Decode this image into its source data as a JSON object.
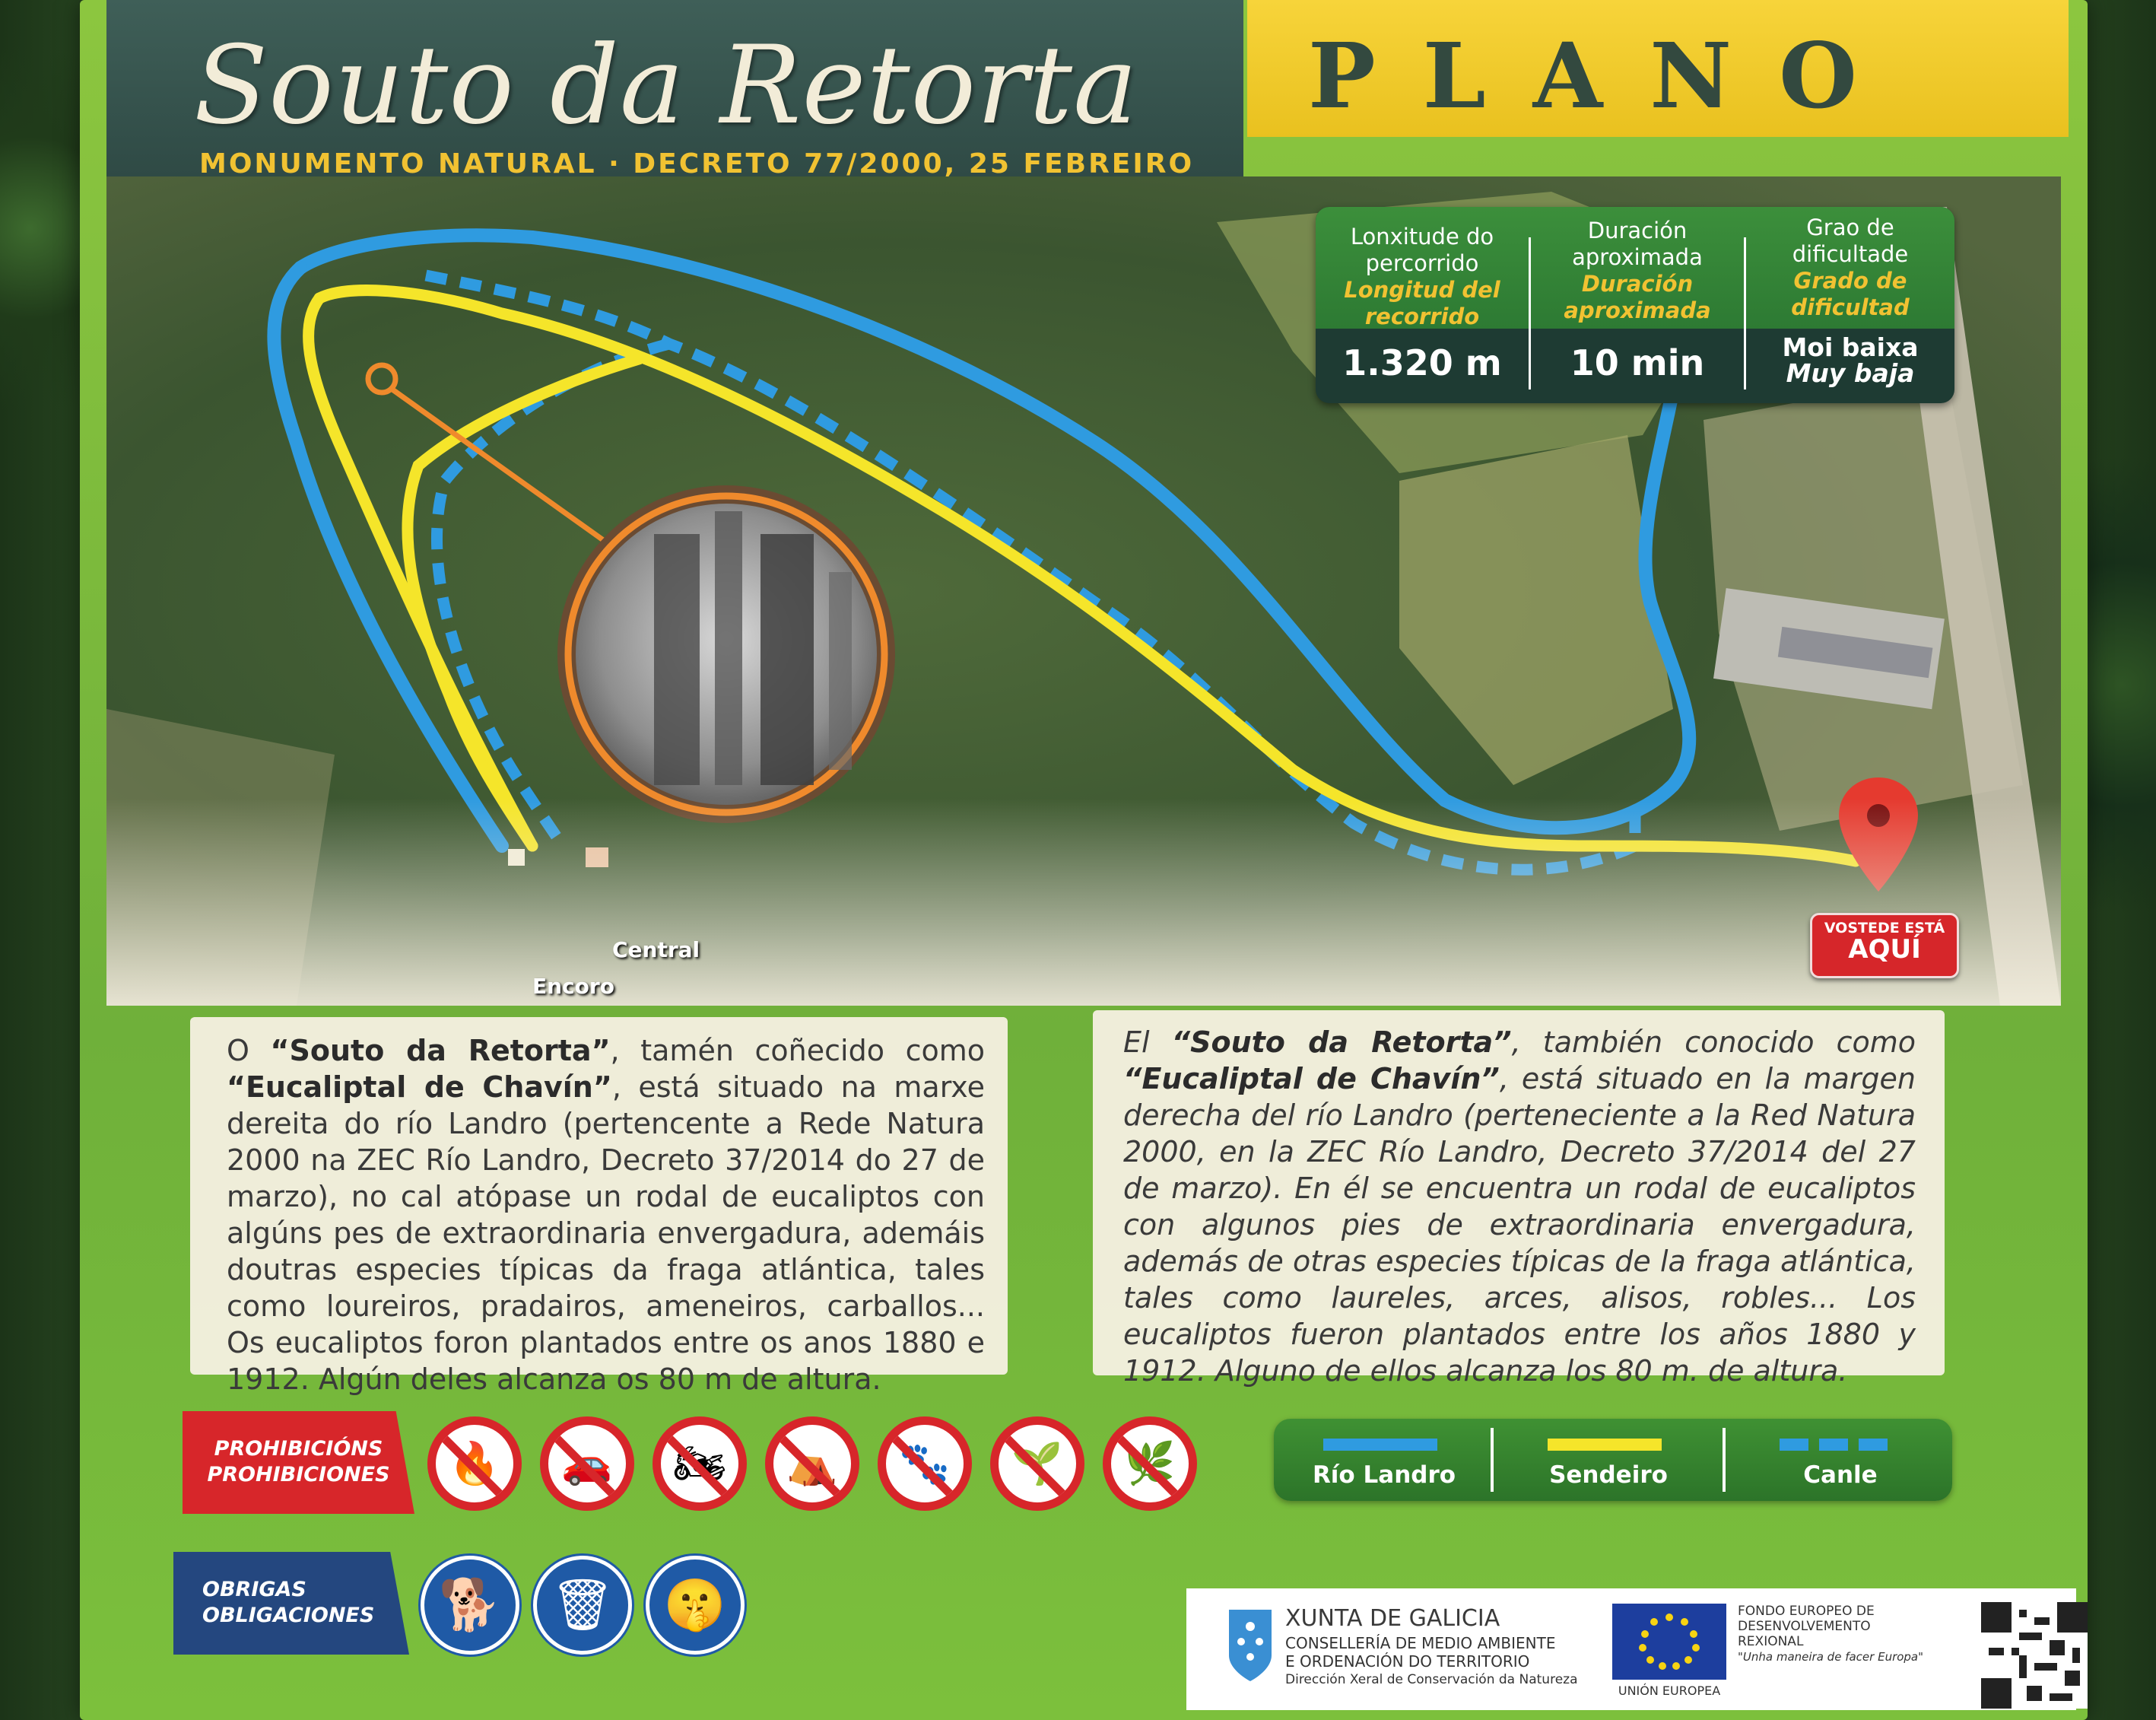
{
  "header": {
    "title": "Souto da Retorta",
    "subtitle": "MONUMENTO NATURAL · DECRETO 77/2000, 25 FEBREIRO",
    "plano": "PLANO"
  },
  "stats": [
    {
      "label_gl": "Lonxitude do percorrido",
      "label_es": "Longitud del recorrido",
      "value": "1.320 m"
    },
    {
      "label_gl": "Duración aproximada",
      "label_es": "Duración aproximada",
      "value": "10 min"
    },
    {
      "label_gl": "Grao de dificultade",
      "label_es": "Grado de dificultad",
      "value": "Moi baixa",
      "value_es": "Muy baja"
    }
  ],
  "map": {
    "label_central": "Central",
    "label_encoro": "Encoro",
    "you_are_here_small": "VOSTEDE ESTÁ",
    "you_are_here_big": "AQUÍ"
  },
  "text_gl": {
    "p1": "O ",
    "b1": "“Souto da Retorta”",
    "p2": ", tamén coñecido como ",
    "b2": "“Eucaliptal de Chavín”",
    "p3": ", está situado na marxe dereita do río Landro (pertencente a Rede Natura 2000 na ZEC Río Landro,  Decreto 37/2014 do 27 de marzo), no cal atópase un rodal de eucaliptos con algúns pes de extraordinaria envergadura, ademáis doutras especies típicas da fraga atlántica, tales como loureiros, pradairos, ameneiros, carballos... Os eucaliptos foron plantados entre os anos 1880 e 1912. Algún deles alcanza os 80 m de altura."
  },
  "text_es": {
    "p1": "El ",
    "b1": "“Souto da Retorta”",
    "p2": ", también conocido como ",
    "b2": "“Eucaliptal de Chavín”",
    "p3": ", está situado en la margen derecha del río Landro (perteneciente a la Red Natura 2000, en la ZEC Río Landro, Decreto 37/2014 del 27 de marzo). En él se encuentra un rodal de eucaliptos con algunos pies de extraordinaria envergadura, además de otras especies típicas de la fraga atlántica, tales como laureles, arces, alisos, robles... Los eucaliptos fueron plantados entre los años 1880 y 1912. Alguno de ellos alcanza los 80 m. de altura."
  },
  "prohibitions": {
    "label_gl": "PROHIBICIÓNS",
    "label_es": "PROHIBICIONES",
    "icons": [
      "no-fire-icon",
      "no-cars-icon",
      "no-motorbikes-icon",
      "no-camping-icon",
      "no-hunting-icon",
      "no-plant-picking-icon",
      "no-mushroom-picking-icon"
    ]
  },
  "obligations": {
    "label_gl": "OBRIGAS",
    "label_es": "OBLIGACIONES",
    "icons": [
      "dog-on-leash-icon",
      "use-bin-icon",
      "keep-silence-icon"
    ]
  },
  "legend": [
    {
      "label": "Río Landro",
      "color": "#2f9be0",
      "style": "solid"
    },
    {
      "label": "Sendeiro",
      "color": "#f5e52a",
      "style": "solid"
    },
    {
      "label": "Canle",
      "color": "#2f9be0",
      "style": "dashed"
    }
  ],
  "footer": {
    "xunta_title": "XUNTA DE GALICIA",
    "xunta_line1": "CONSELLERÍA DE MEDIO AMBIENTE",
    "xunta_line2": "E ORDENACIÓN DO TERRITORIO",
    "xunta_line3": "Dirección Xeral de Conservación da Natureza",
    "eu_label": "UNIÓN EUROPEA",
    "fund_line1": "FONDO EUROPEO DE",
    "fund_line2": "DESENVOLVEMENTO",
    "fund_line3": "REXIONAL",
    "fund_motto": "\"Unha maneira de facer Europa\""
  },
  "colors": {
    "river": "#2f9be0",
    "trail": "#f5e52a",
    "marker": "#d7262a",
    "board_green": "#7cc03c",
    "title_panel": "#3f5f58",
    "plano_panel": "#f1c232"
  }
}
